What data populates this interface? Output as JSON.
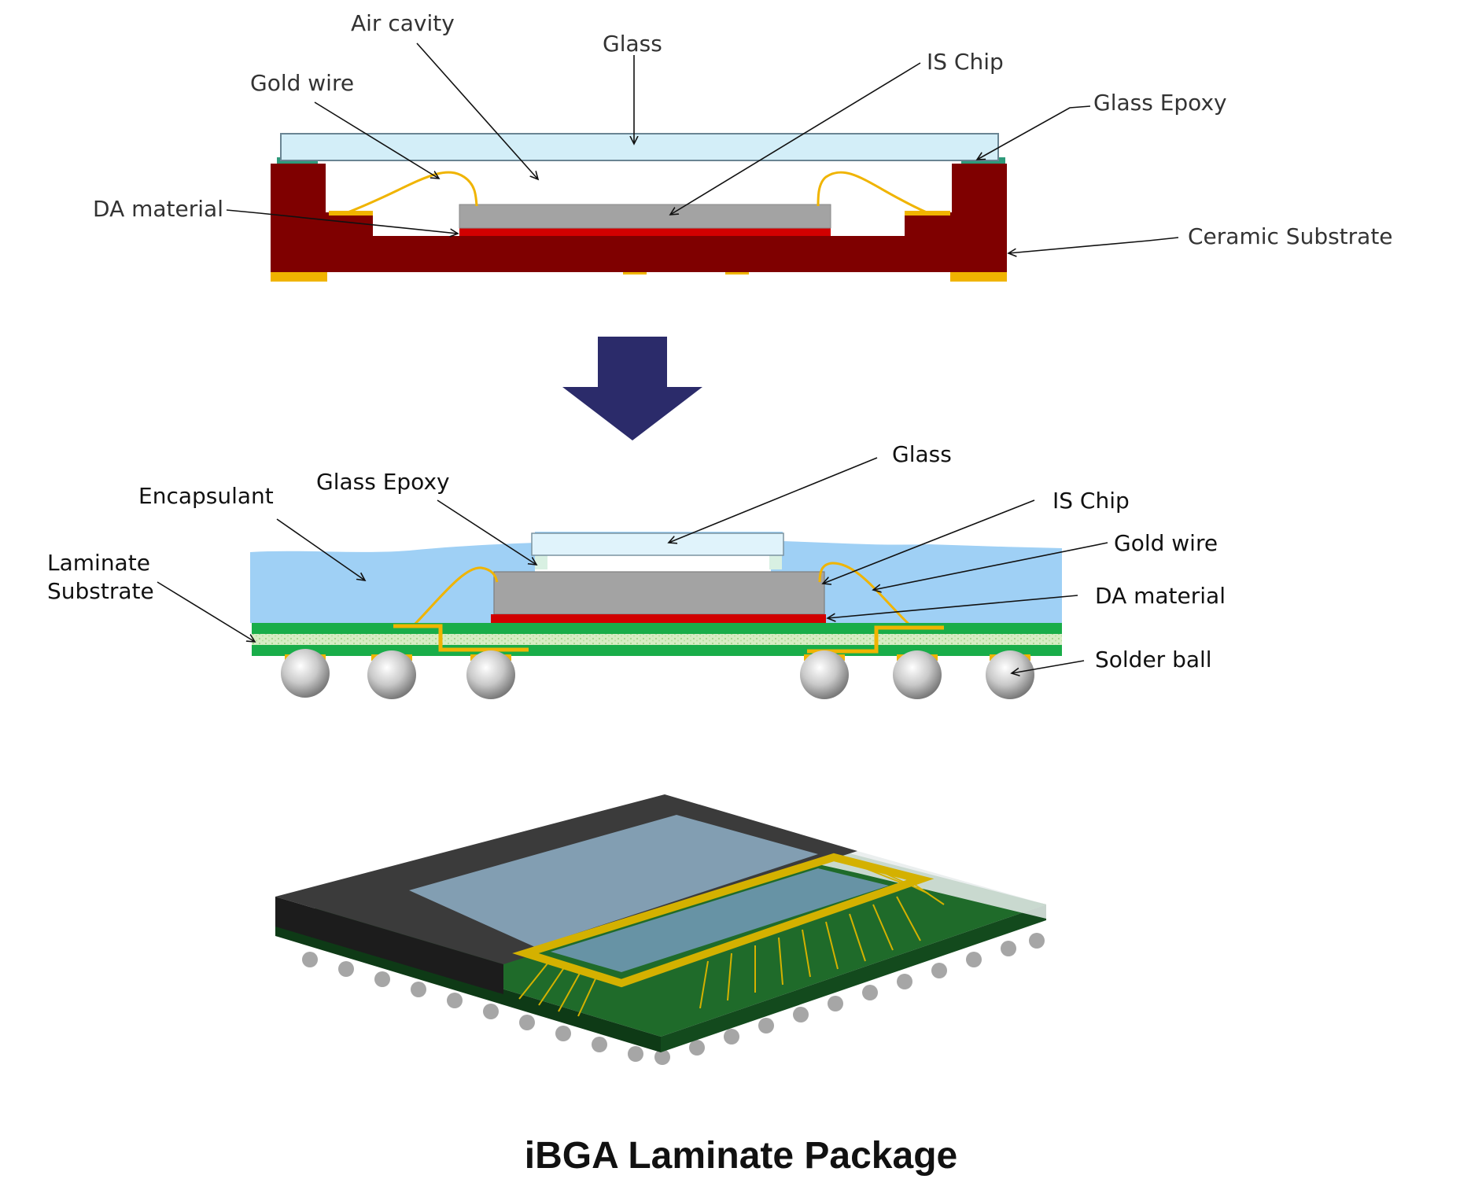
{
  "ceramic_package": {
    "labels": {
      "air_cavity": "Air cavity",
      "glass": "Glass",
      "is_chip": "IS Chip",
      "gold_wire": "Gold wire",
      "glass_epoxy": "Glass Epoxy",
      "da_material": "DA material",
      "ceramic_substrate": "Ceramic Substrate"
    }
  },
  "transition_arrow_icon": "arrow-down",
  "laminate_package": {
    "labels": {
      "glass": "Glass",
      "glass_epoxy": "Glass Epoxy",
      "encapsulant": "Encapsulant",
      "is_chip": "IS Chip",
      "gold_wire": "Gold wire",
      "laminate_substrate_line1": "Laminate",
      "laminate_substrate_line2": "Substrate",
      "da_material": "DA material",
      "solder_ball": "Solder ball"
    }
  },
  "caption": "iBGA Laminate Package",
  "colors": {
    "ceramic": "#7f0000",
    "glass": "#d3eef8",
    "chip": "#a3a3a3",
    "da_material": "#d10000",
    "gold": "#f0b400",
    "encapsulant": "#9fd0f5",
    "laminate_green": "#19ad49",
    "arrow": "#2b2b6a"
  }
}
